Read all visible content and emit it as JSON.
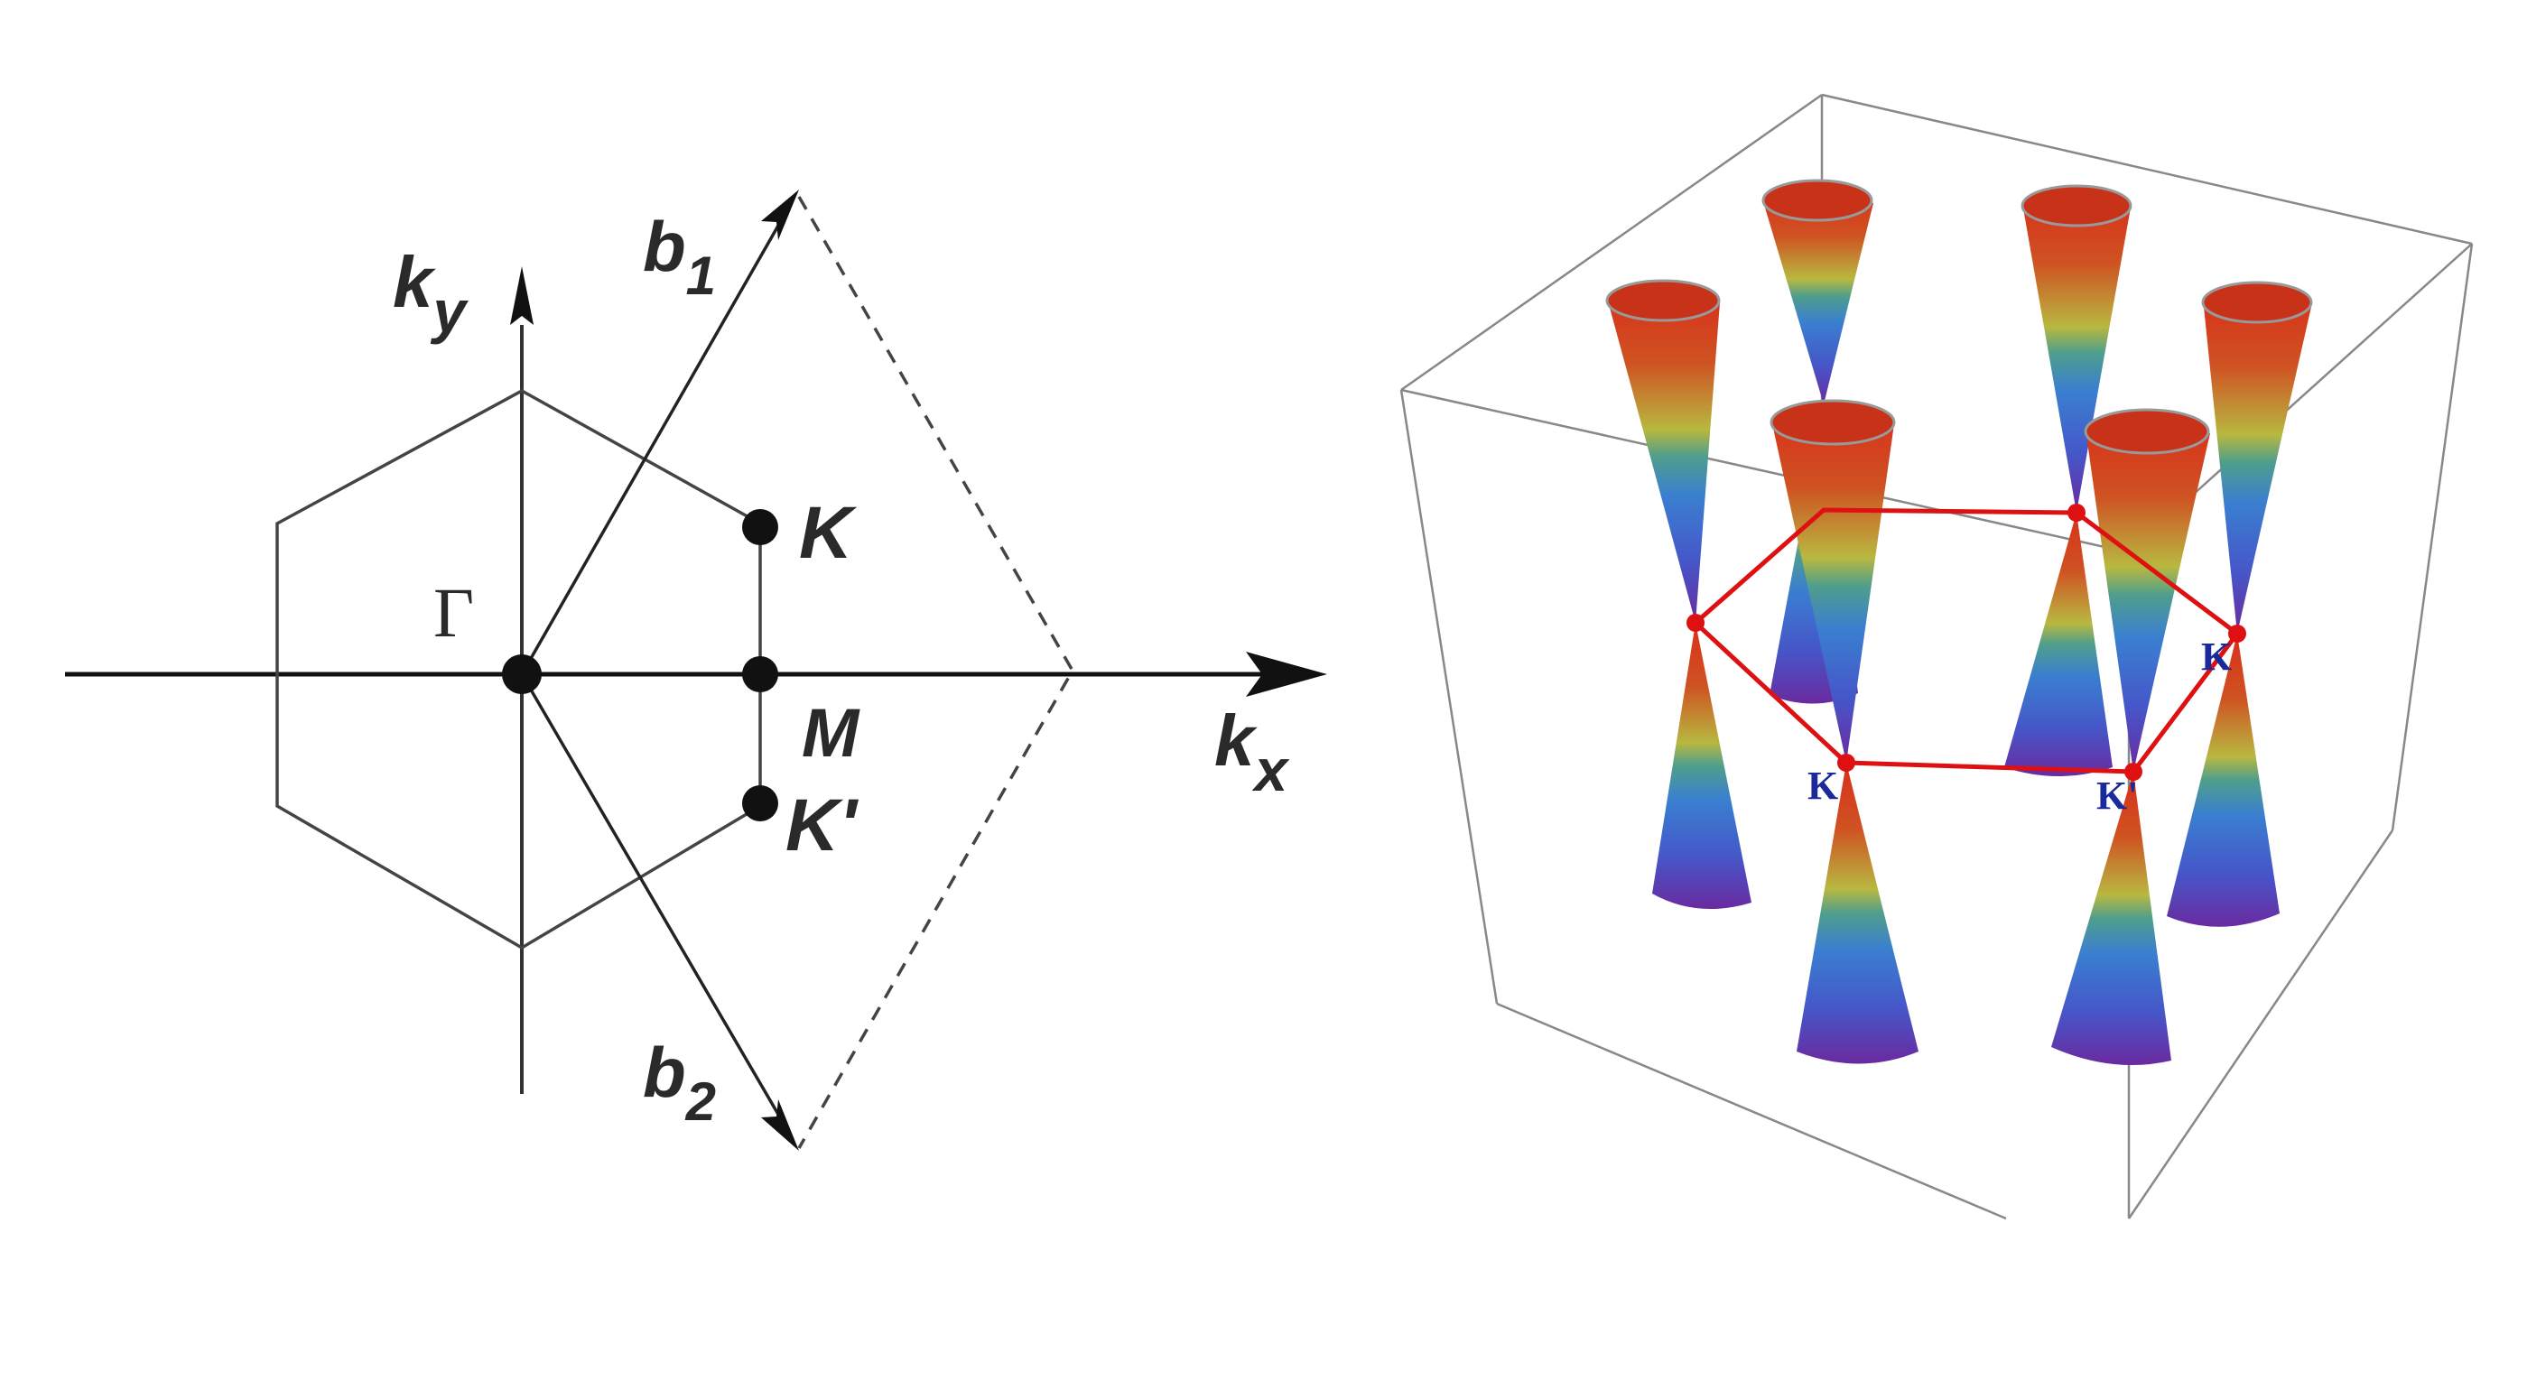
{
  "left_panel": {
    "axis_x_label": "k",
    "axis_x_sub": "x",
    "axis_y_label": "k",
    "axis_y_sub": "y",
    "vector_1_label": "b",
    "vector_1_sub": "1",
    "vector_2_label": "b",
    "vector_2_sub": "2",
    "gamma_label": "Γ",
    "point_k_label": "K",
    "point_m_label": "M",
    "point_kprime_label": "K'"
  },
  "right_panel": {
    "k_label": "K",
    "kprime_label": "K'",
    "colors": {
      "hexagon": "#dd1111",
      "cone_top": "#d8301a",
      "cone_mid": "#b8b840",
      "cone_low": "#3a7fd0",
      "cone_bottom": "#6a2aa0",
      "k_label": "#1a2a9a"
    }
  }
}
